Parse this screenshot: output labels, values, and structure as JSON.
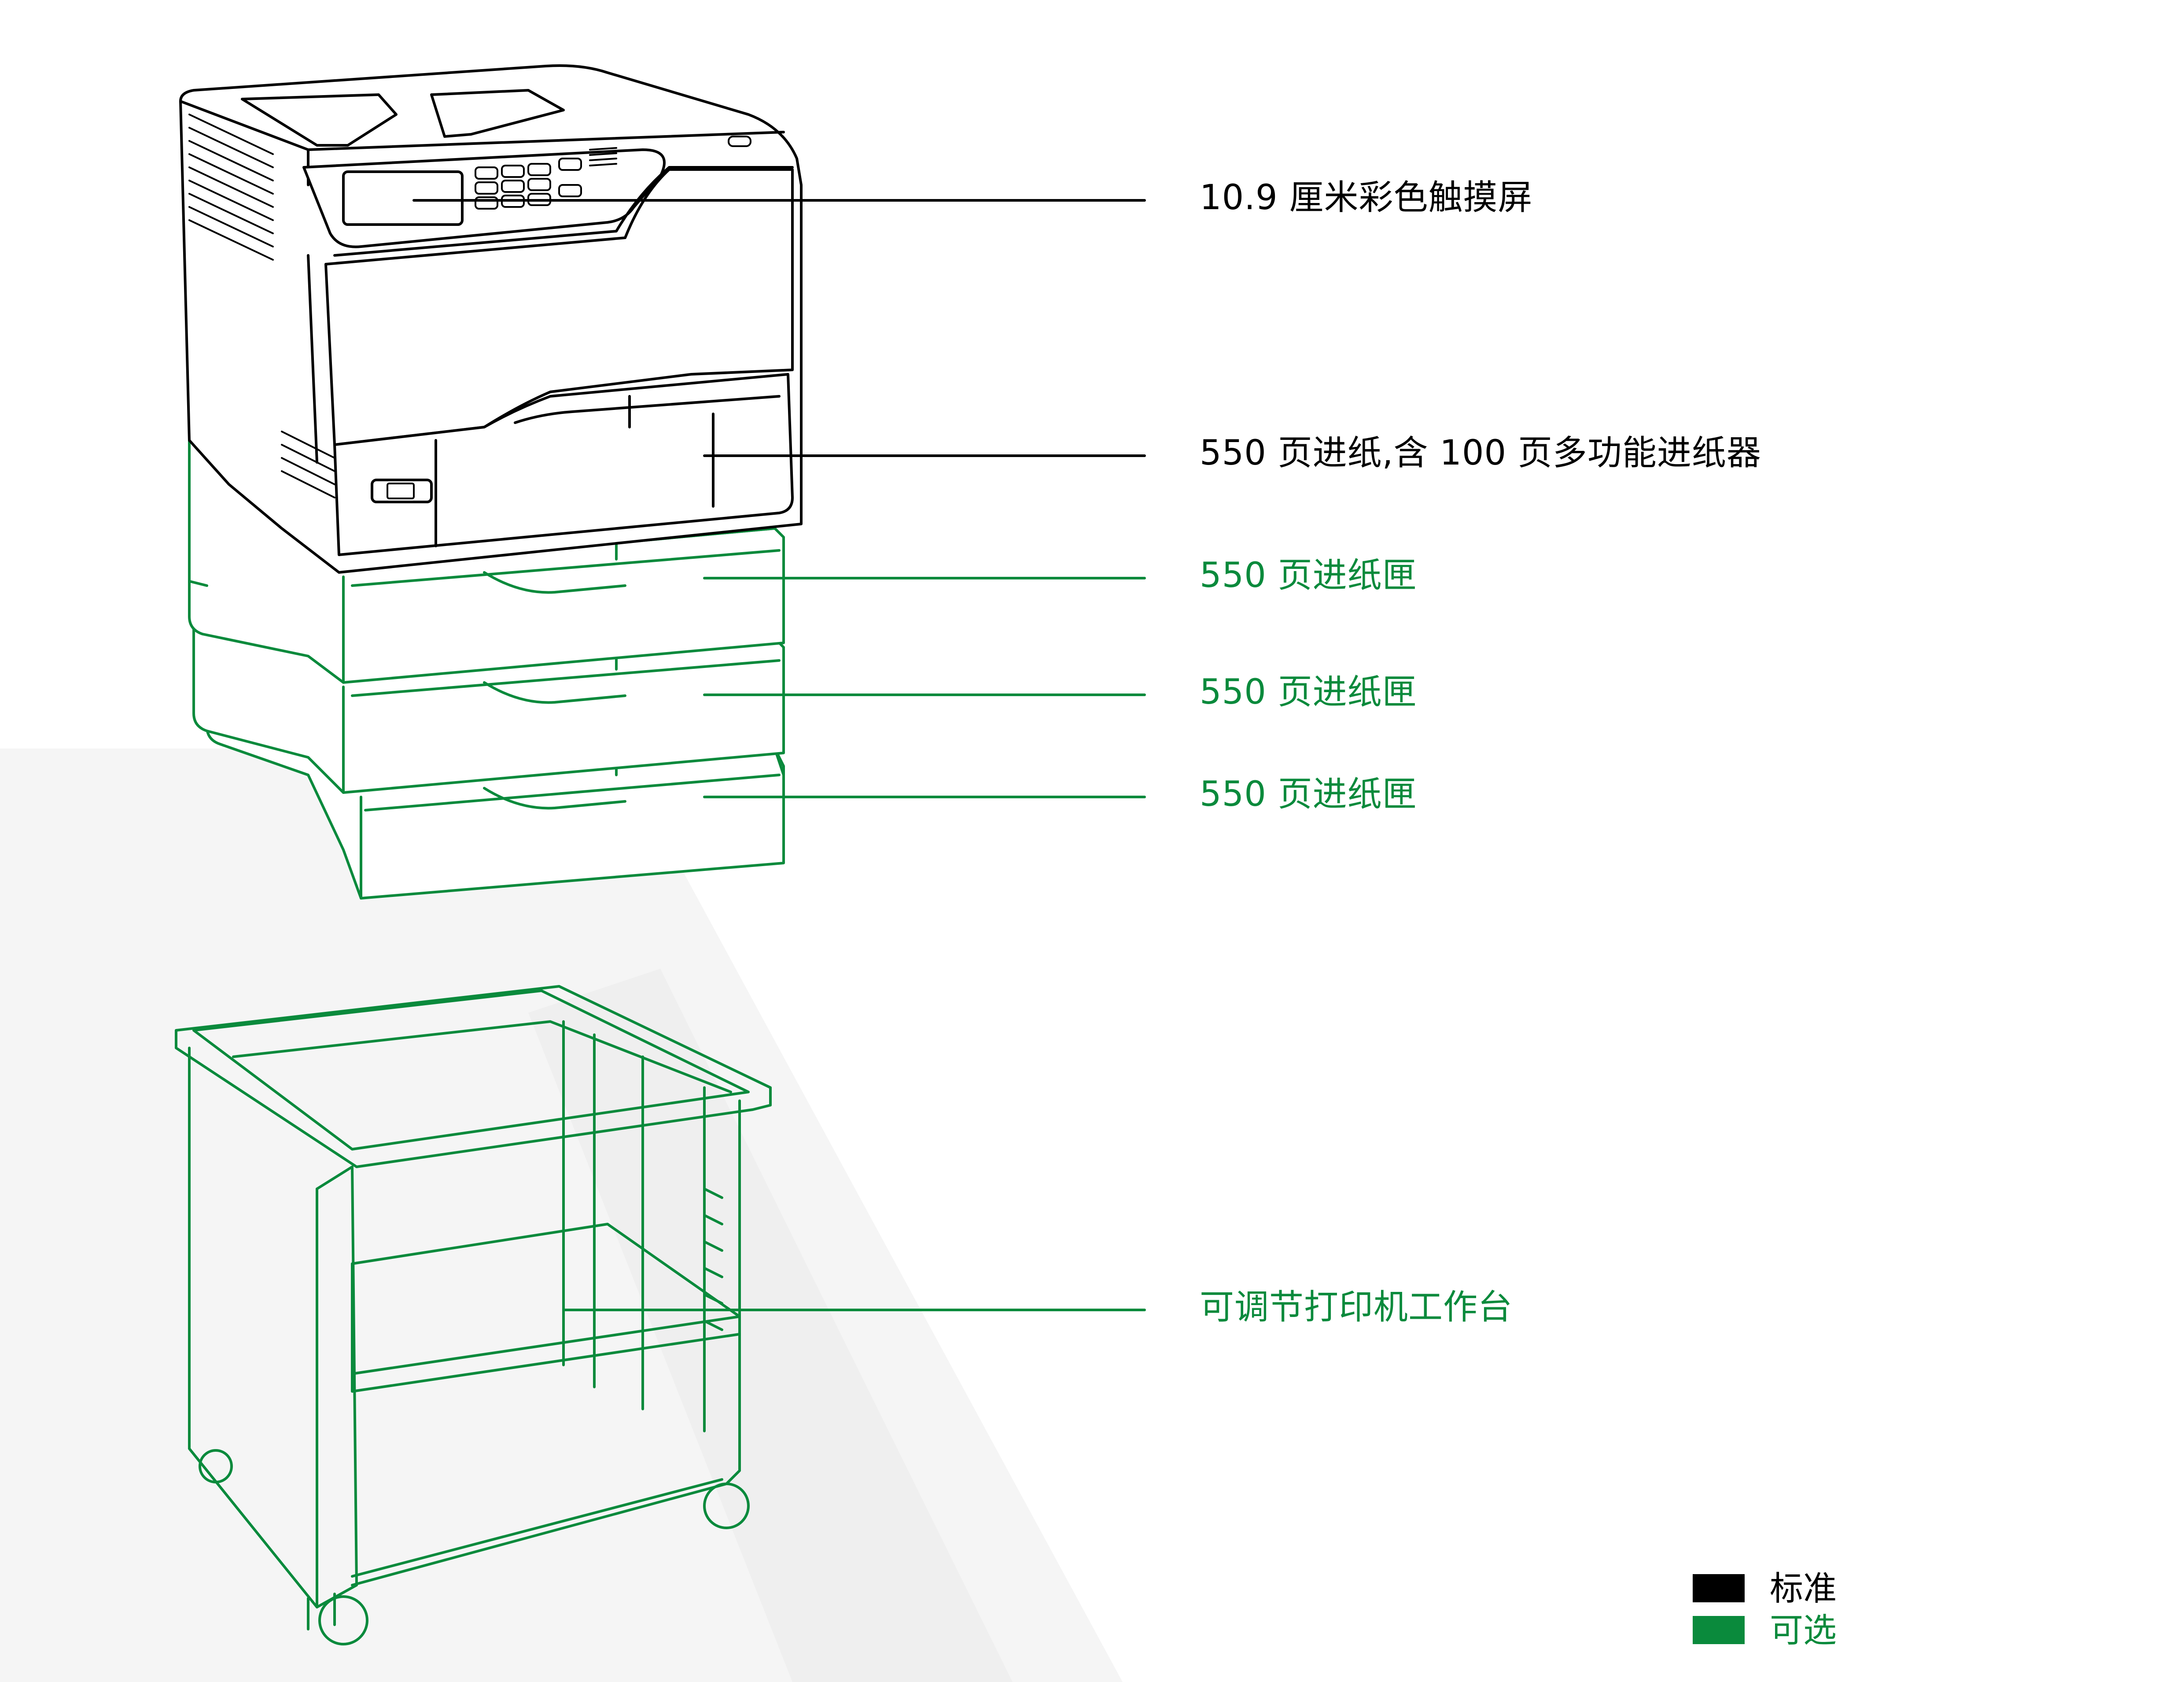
{
  "colors": {
    "standard": "#000000",
    "optional": "#0a8a3c",
    "background": "#ffffff",
    "shadow": "#f2f2f2"
  },
  "callouts": [
    {
      "id": "touchscreen",
      "text": "10.9 厘米彩色触摸屏",
      "category": "standard"
    },
    {
      "id": "standard-tray",
      "text": "550 页进纸,含 100 页多功能进纸器",
      "category": "standard"
    },
    {
      "id": "optional-tray-1",
      "text": "550 页进纸匣",
      "category": "optional"
    },
    {
      "id": "optional-tray-2",
      "text": "550 页进纸匣",
      "category": "optional"
    },
    {
      "id": "optional-tray-3",
      "text": "550 页进纸匣",
      "category": "optional"
    },
    {
      "id": "printer-stand",
      "text": "可调节打印机工作台",
      "category": "optional"
    }
  ],
  "legend": {
    "standard_label": "标准",
    "optional_label": "可选"
  }
}
